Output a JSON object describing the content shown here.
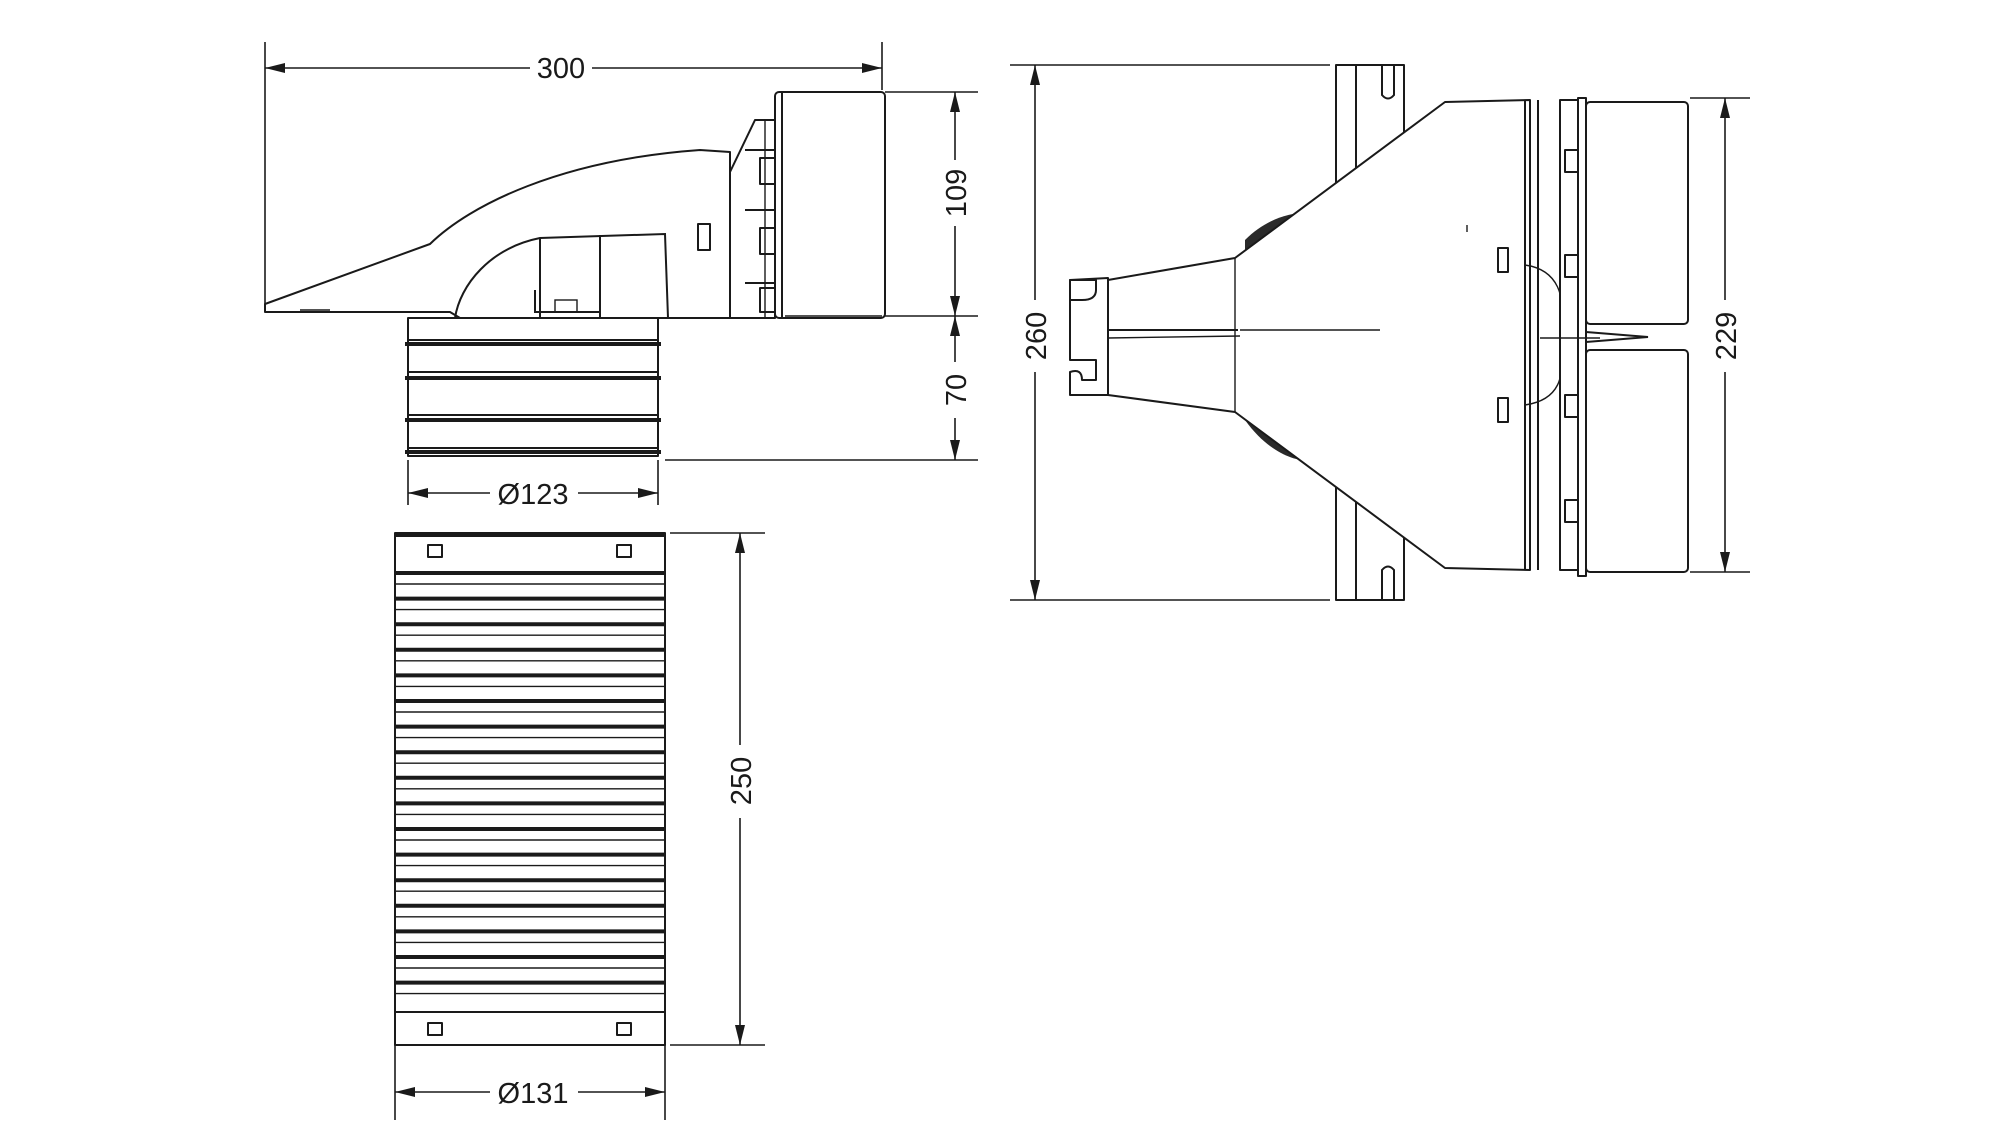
{
  "dimensions": {
    "width_top": "300",
    "height_outlet": "109",
    "height_collar": "70",
    "diameter_collar": "Ø123",
    "length_hose": "250",
    "diameter_hose": "Ø131",
    "height_side": "260",
    "height_grille": "229"
  },
  "colors": {
    "line": "#1a1a1a",
    "background": "#ffffff"
  }
}
